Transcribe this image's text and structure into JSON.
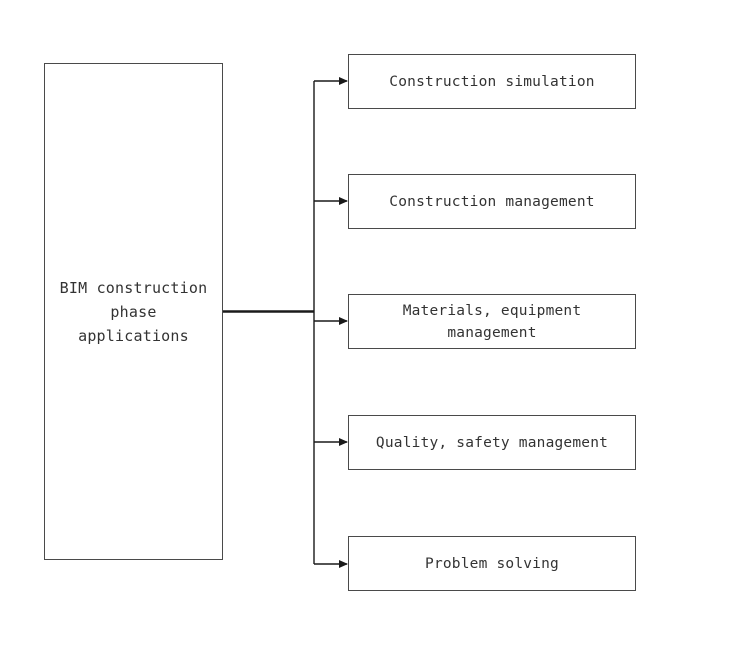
{
  "diagram": {
    "root": {
      "label": "BIM construction\nphase\napplications"
    },
    "children": [
      {
        "label": "Construction simulation"
      },
      {
        "label": "Construction management"
      },
      {
        "label": "Materials, equipment\nmanagement"
      },
      {
        "label": "Quality, safety management"
      },
      {
        "label": "Problem solving"
      }
    ],
    "colors": {
      "line": "#1a1a1a",
      "border": "#4a4a4a",
      "text": "#333333"
    }
  }
}
